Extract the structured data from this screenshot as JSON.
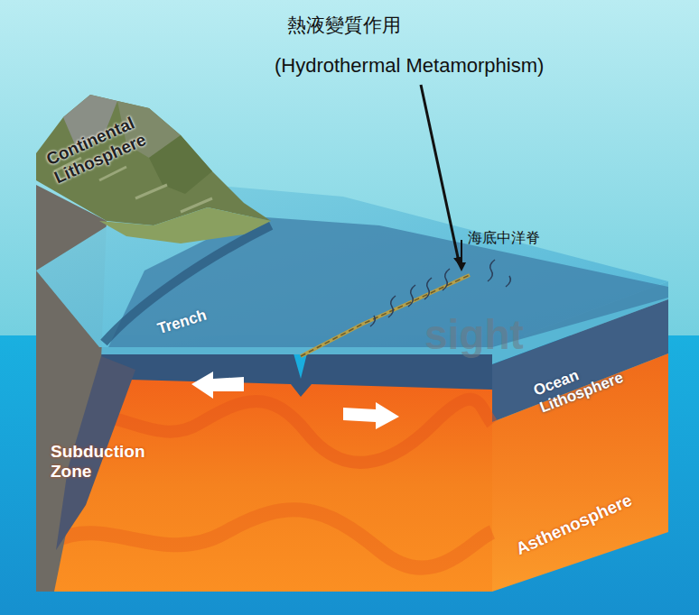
{
  "diagram": {
    "labels": [
      "熱液變質作用",
      "(Hydrothermal Metamorphism)",
      "海底中洋脊",
      "Continental Lithosphere",
      "Trench",
      "Ocean Lithosphere",
      "Subduction Zone",
      "Asthenosphere",
      "sight"
    ]
  }
}
